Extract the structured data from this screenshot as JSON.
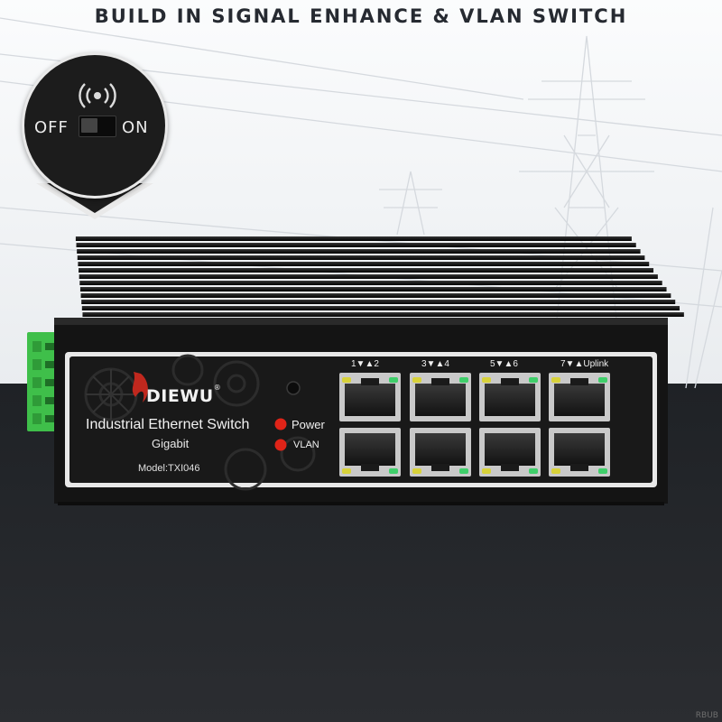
{
  "headline": "BUILD IN SIGNAL ENHANCE & VLAN SWITCH",
  "callout": {
    "off_label": "OFF",
    "on_label": "ON",
    "switch_state": "off",
    "icon": "wireless-signal-icon"
  },
  "device": {
    "brand": "DIEWU",
    "brand_mark": "®",
    "title": "Industrial Ethernet Switch",
    "subtitle": "Gigabit",
    "model": "Model:TXI046",
    "indicators": [
      {
        "label": "Power",
        "color": "#e02418"
      },
      {
        "label": "VLAN",
        "color": "#e02418"
      }
    ],
    "port_labels": [
      "1▼▲2",
      "3▼▲4",
      "5▼▲6",
      "7▼▲Uplink"
    ],
    "port_count": 8
  },
  "colors": {
    "headline": "#262a31",
    "chassis": "#141414",
    "panel_border": "#e8e8e8",
    "terminal_block": "#3fbf4a",
    "led_yellow": "#d8d23a",
    "led_green": "#3fcf6a"
  },
  "watermark": "RBUB"
}
